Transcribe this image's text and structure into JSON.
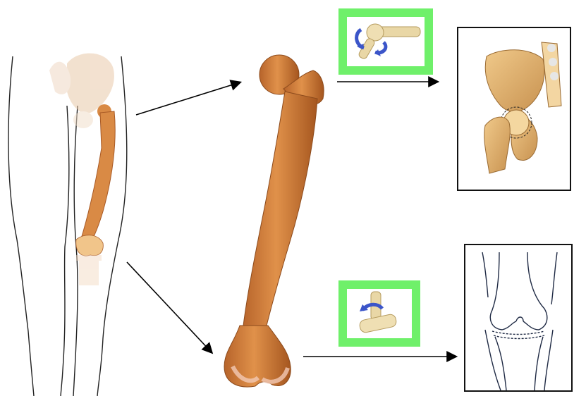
{
  "diagram": {
    "nodes": [
      {
        "id": "leg-overview",
        "depicts": "leg-skeleton"
      },
      {
        "id": "femur",
        "depicts": "femur-bone"
      },
      {
        "id": "hip-joint-icon",
        "depicts": "ball-and-socket-joint"
      },
      {
        "id": "hip-joint-panel",
        "depicts": "pelvis-hip-joint"
      },
      {
        "id": "knee-joint-icon",
        "depicts": "hinge-joint"
      },
      {
        "id": "knee-joint-panel",
        "depicts": "knee-joint-outline"
      }
    ],
    "edges": [
      {
        "from": "leg-overview",
        "to": "femur",
        "end": "proximal"
      },
      {
        "from": "leg-overview",
        "to": "femur",
        "end": "distal"
      },
      {
        "from": "femur",
        "to": "hip-joint-panel",
        "via": "hip-joint-icon"
      },
      {
        "from": "femur",
        "to": "knee-joint-panel",
        "via": "knee-joint-icon"
      }
    ]
  },
  "colors": {
    "bone": "#d98a45",
    "bone_dark": "#a85a26",
    "bone_light": "#f1c58a",
    "joint_frame": "#6ff06a",
    "joint_arrow": "#3b55c9",
    "outline": "#1f2a44"
  }
}
